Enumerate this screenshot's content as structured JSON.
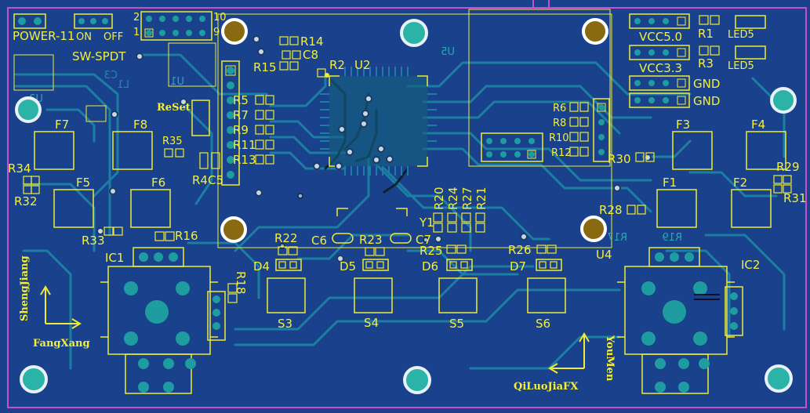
{
  "colors": {
    "board": "#19418c",
    "outline": "#c84fc8",
    "silkscreen": "#f0ea36",
    "copper": "#1c7fa1",
    "pad": "#1f9c9f"
  },
  "power": {
    "label": "POWER-11",
    "sub_on": "ON",
    "sub_off": "OFF",
    "switch": "SW-SPDT",
    "reset": "ReSet"
  },
  "header_pins": {
    "n2": "2",
    "n10": "10",
    "n1": "1",
    "n9": "9"
  },
  "power_rails": [
    {
      "label": "VCC5.0",
      "ref": "R1",
      "led": "LED5"
    },
    {
      "label": "VCC3.3",
      "ref": "R3",
      "led": "LED5"
    },
    {
      "label": "GND"
    },
    {
      "label": "GND"
    }
  ],
  "fuses_left": [
    "F7",
    "F8",
    "F5",
    "F6"
  ],
  "fuses_right": [
    "F3",
    "F4",
    "F1",
    "F2"
  ],
  "resistors_left": [
    "R34",
    "R32",
    "R35",
    "R4",
    "C5",
    "R33",
    "R16",
    "R18"
  ],
  "resistors_right": [
    "R29",
    "R31",
    "R30",
    "R28",
    "R6",
    "R8",
    "R10",
    "R12"
  ],
  "mcu_left_column": [
    "R5",
    "R7",
    "R9",
    "R11",
    "R13"
  ],
  "top_center": {
    "r14": "R14",
    "c8": "C8",
    "r15": "R15",
    "r2": "R2",
    "u2": "U2",
    "u5": "U5",
    "u1": "U1",
    "u3": "U3"
  },
  "middle": {
    "r20": "R20",
    "r24": "R24",
    "r27": "R27",
    "r21": "R21",
    "y1": "Y1",
    "c6": "C6",
    "c7": "C7",
    "r22": "R22",
    "r23": "R23",
    "r25": "R25",
    "r26": "R26",
    "u4": "U4",
    "r17": "R17",
    "r19": "R19"
  },
  "diodes": [
    "D4",
    "D5",
    "D6",
    "D7"
  ],
  "switches": [
    "S3",
    "S4",
    "S5",
    "S6"
  ],
  "ics": [
    "IC1",
    "IC2"
  ],
  "annotations": {
    "shengjiang": "ShengJiang",
    "fangxang": "FangXang",
    "youmen": "YouMen",
    "qiluojiafx": "QiLuoJiaFX"
  }
}
